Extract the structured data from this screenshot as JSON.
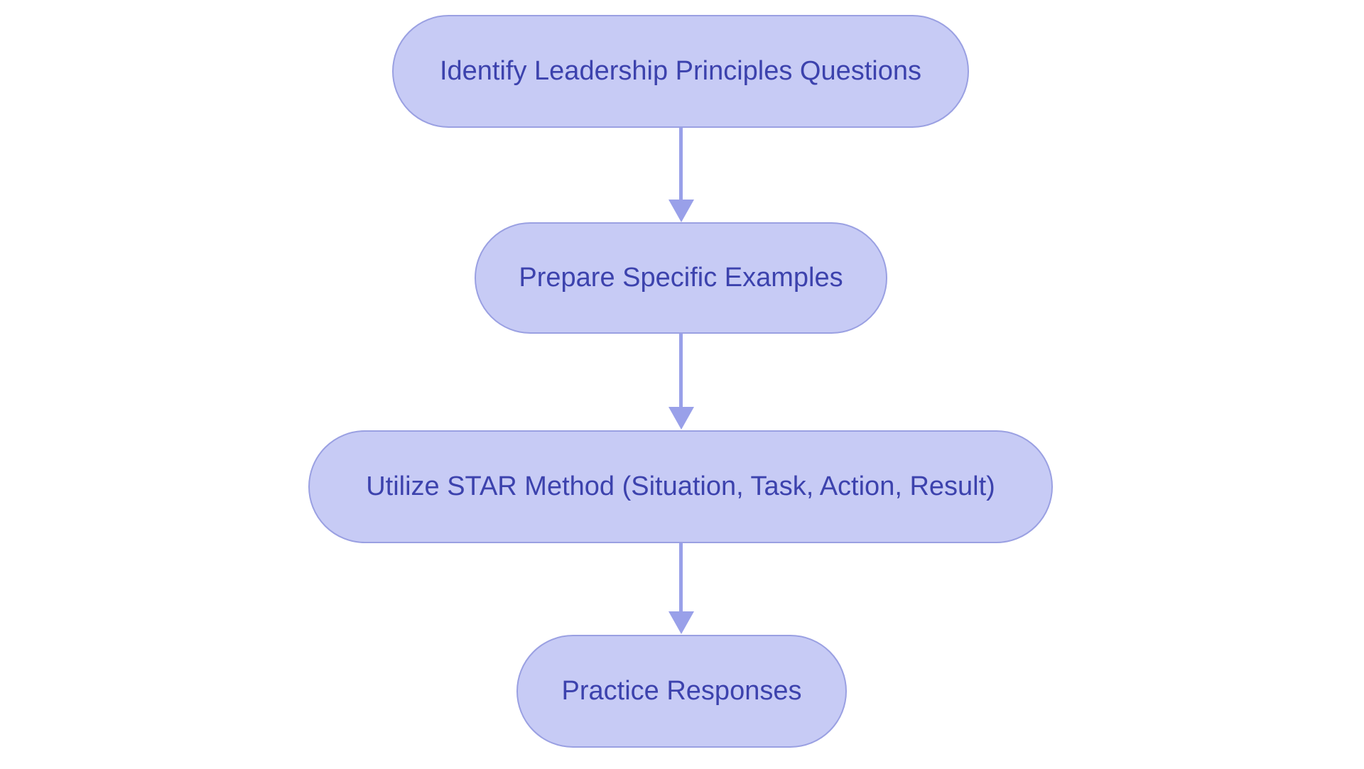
{
  "diagram": {
    "type": "flowchart",
    "direction": "top-down",
    "background": "#ffffff",
    "nodes": [
      {
        "id": "n1",
        "shape": "stadium",
        "label": "Identify Leadership Principles Questions"
      },
      {
        "id": "n2",
        "shape": "stadium",
        "label": "Prepare Specific Examples"
      },
      {
        "id": "n3",
        "shape": "stadium",
        "label": "Utilize STAR Method (Situation, Task, Action, Result)"
      },
      {
        "id": "n4",
        "shape": "stadium",
        "label": "Practice Responses"
      }
    ],
    "edges": [
      {
        "from": "n1",
        "to": "n2",
        "style": "arrow-down"
      },
      {
        "from": "n2",
        "to": "n3",
        "style": "arrow-down"
      },
      {
        "from": "n3",
        "to": "n4",
        "style": "arrow-down"
      }
    ],
    "colors": {
      "node_fill": "#c7cbf5",
      "node_border": "#9aa0e2",
      "node_text": "#3c42ad",
      "arrow": "#99a0e9",
      "background": "#ffffff"
    }
  }
}
